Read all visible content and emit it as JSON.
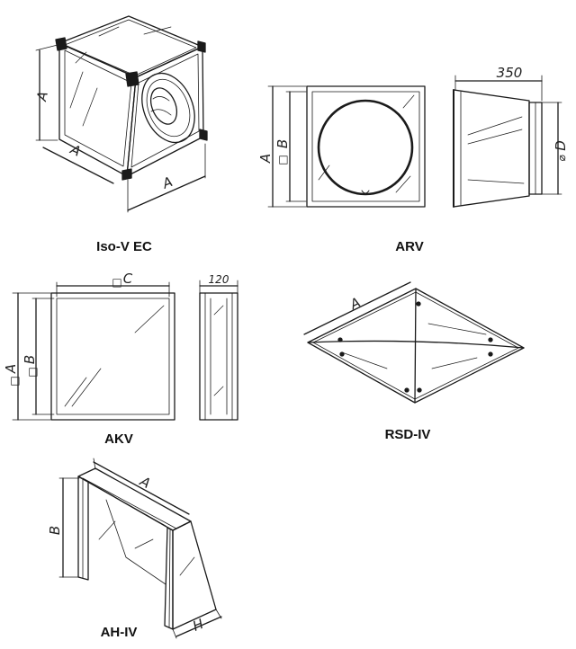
{
  "products": [
    {
      "name": "Iso-V EC",
      "dimensions": [
        "A",
        "A",
        "A"
      ]
    },
    {
      "name": "ARV",
      "dimensions": [
        "A",
        "B",
        "350",
        "D"
      ]
    },
    {
      "name": "AKV",
      "dimensions": [
        "A",
        "B",
        "C",
        "120"
      ]
    },
    {
      "name": "RSD-IV",
      "dimensions": [
        "A"
      ]
    },
    {
      "name": "AH-IV",
      "dimensions": [
        "A",
        "B",
        "H"
      ]
    }
  ],
  "symbols": {
    "square": "□",
    "diameter": "⌀"
  },
  "colors": {
    "line": "#1a1a1a",
    "background": "#ffffff"
  }
}
